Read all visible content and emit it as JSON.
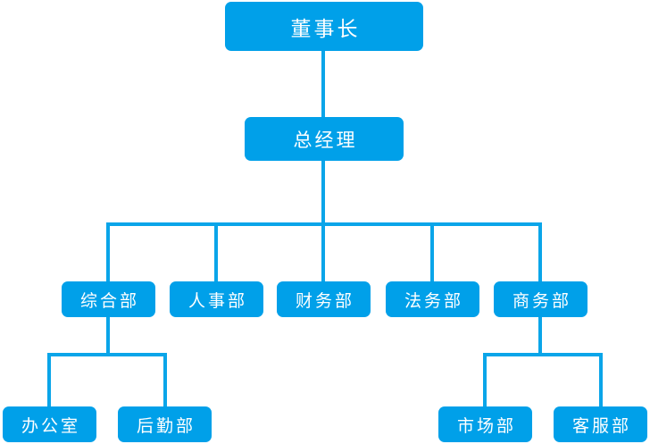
{
  "chart_data": {
    "type": "diagram",
    "title": "",
    "diagram_kind": "organizational-chart",
    "orientation": "top-down",
    "accent_color": "#00a0e9",
    "node_text_color": "#ffffff",
    "connector_color": "#0aa5e9",
    "background_color": "#ffffff",
    "levels": [
      {
        "level": 1,
        "nodes": [
          {
            "id": "chairman",
            "label": "董事长"
          }
        ]
      },
      {
        "level": 2,
        "nodes": [
          {
            "id": "general-manager",
            "label": "总经理"
          }
        ]
      },
      {
        "level": 3,
        "nodes": [
          {
            "id": "general-affairs",
            "label": "综合部"
          },
          {
            "id": "human-resources",
            "label": "人事部"
          },
          {
            "id": "finance",
            "label": "财务部"
          },
          {
            "id": "legal-affairs",
            "label": "法务部"
          },
          {
            "id": "business",
            "label": "商务部"
          }
        ]
      },
      {
        "level": 4,
        "nodes": [
          {
            "id": "office",
            "label": "办公室"
          },
          {
            "id": "logistics",
            "label": "后勤部"
          },
          {
            "id": "marketing",
            "label": "市场部"
          },
          {
            "id": "customer-service",
            "label": "客服部"
          }
        ]
      }
    ],
    "edges": [
      {
        "from": "chairman",
        "to": "general-manager"
      },
      {
        "from": "general-manager",
        "to": "general-affairs"
      },
      {
        "from": "general-manager",
        "to": "human-resources"
      },
      {
        "from": "general-manager",
        "to": "finance"
      },
      {
        "from": "general-manager",
        "to": "legal-affairs"
      },
      {
        "from": "general-manager",
        "to": "business"
      },
      {
        "from": "general-affairs",
        "to": "office"
      },
      {
        "from": "general-affairs",
        "to": "logistics"
      },
      {
        "from": "business",
        "to": "marketing"
      },
      {
        "from": "business",
        "to": "customer-service"
      }
    ]
  },
  "nodes": {
    "chairman": {
      "label": "董事长"
    },
    "general_manager": {
      "label": "总经理"
    },
    "general_affairs": {
      "label": "综合部"
    },
    "human_resources": {
      "label": "人事部"
    },
    "finance": {
      "label": "财务部"
    },
    "legal_affairs": {
      "label": "法务部"
    },
    "business": {
      "label": "商务部"
    },
    "office": {
      "label": "办公室"
    },
    "logistics": {
      "label": "后勤部"
    },
    "marketing": {
      "label": "市场部"
    },
    "customer_service": {
      "label": "客服部"
    }
  }
}
